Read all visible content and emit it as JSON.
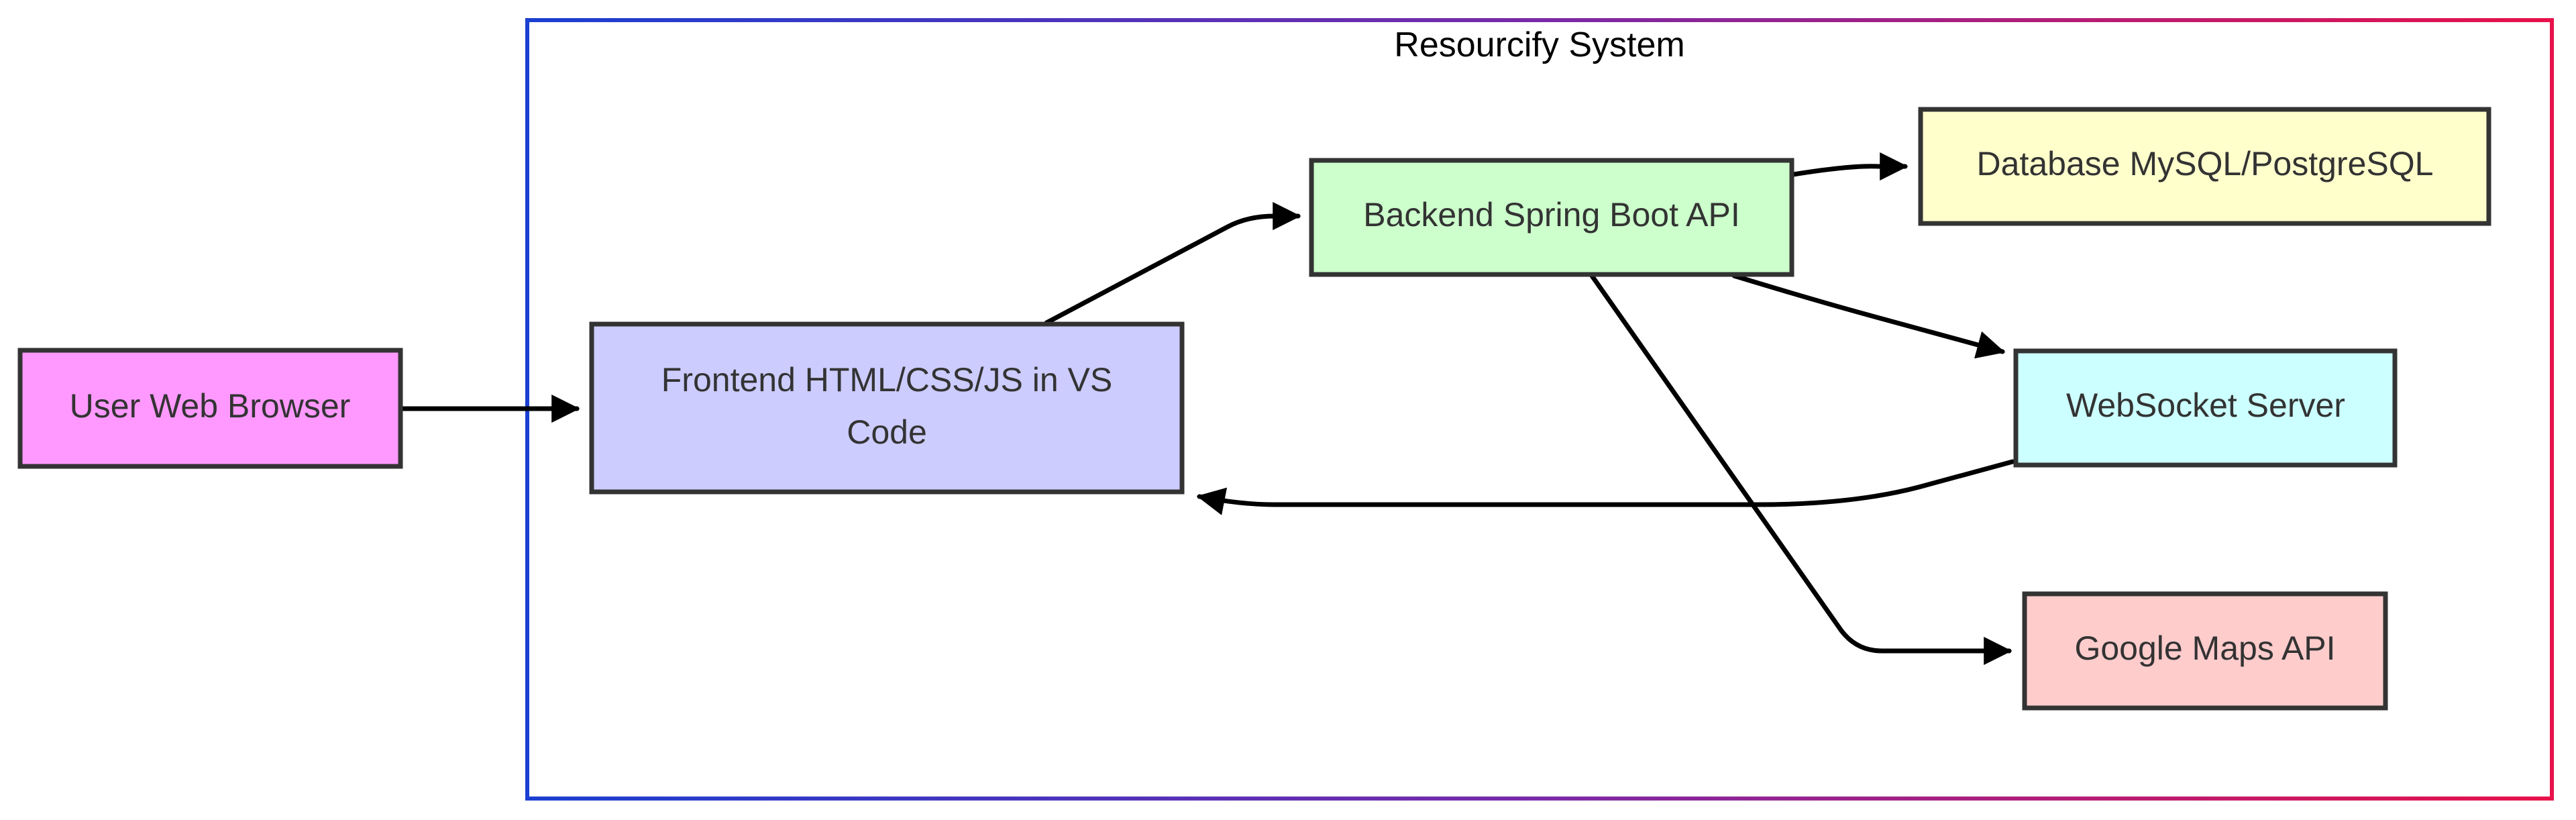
{
  "diagram": {
    "group": {
      "title": "Resourcify System",
      "border_gradient": [
        "#1a3fd1",
        "#e8124a"
      ]
    },
    "nodes": {
      "browser": {
        "label": "User Web Browser",
        "fill": "#ff99ff"
      },
      "frontend": {
        "label_line1": "Frontend HTML/CSS/JS in VS",
        "label_line2": "Code",
        "fill": "#ccccff"
      },
      "backend": {
        "label": "Backend Spring Boot API",
        "fill": "#ccffcc"
      },
      "database": {
        "label": "Database MySQL/PostgreSQL",
        "fill": "#ffffcc"
      },
      "websocket": {
        "label": "WebSocket Server",
        "fill": "#ccffff"
      },
      "maps": {
        "label": "Google Maps API",
        "fill": "#ffcccc"
      }
    },
    "edges": [
      {
        "from": "User Web Browser",
        "to": "Frontend HTML/CSS/JS in VS Code"
      },
      {
        "from": "Frontend HTML/CSS/JS in VS Code",
        "to": "Backend Spring Boot API"
      },
      {
        "from": "Backend Spring Boot API",
        "to": "Database MySQL/PostgreSQL"
      },
      {
        "from": "Backend Spring Boot API",
        "to": "WebSocket Server"
      },
      {
        "from": "Backend Spring Boot API",
        "to": "Google Maps API"
      },
      {
        "from": "WebSocket Server",
        "to": "Frontend HTML/CSS/JS in VS Code"
      }
    ],
    "edge_color": "#000000"
  }
}
